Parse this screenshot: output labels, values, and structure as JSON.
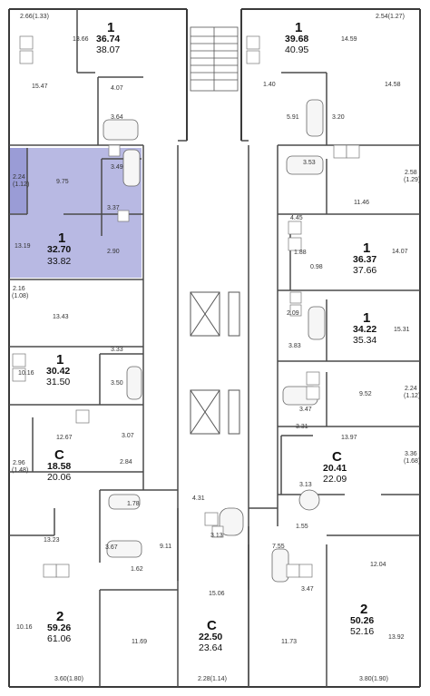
{
  "colors": {
    "wall": "#3a3a3a",
    "highlight": "#b8b9e3",
    "highlight_dark": "#9a9cd6"
  },
  "apartments": [
    {
      "id": "a1",
      "type": "1",
      "area": "36.74",
      "total": "38.07"
    },
    {
      "id": "a2",
      "type": "1",
      "area": "39.68",
      "total": "40.95"
    },
    {
      "id": "a3",
      "type": "1",
      "area": "32.70",
      "total": "33.82"
    },
    {
      "id": "a4",
      "type": "1",
      "area": "36.37",
      "total": "37.66"
    },
    {
      "id": "a5",
      "type": "1",
      "area": "34.22",
      "total": "35.34"
    },
    {
      "id": "a6",
      "type": "1",
      "area": "30.42",
      "total": "31.50"
    },
    {
      "id": "a7",
      "type": "C",
      "area": "18.58",
      "total": "20.06"
    },
    {
      "id": "a8",
      "type": "C",
      "area": "20.41",
      "total": "22.09"
    },
    {
      "id": "a9",
      "type": "2",
      "area": "59.26",
      "total": "61.06"
    },
    {
      "id": "a10",
      "type": "C",
      "area": "22.50",
      "total": "23.64"
    },
    {
      "id": "a11",
      "type": "2",
      "area": "50.26",
      "total": "52.16"
    }
  ],
  "rooms": [
    "2.66(1.33)",
    "13.66",
    "15.47",
    "4.07",
    "3.64",
    "2.54(1.27)",
    "14.59",
    "14.58",
    "1.40",
    "5.91",
    "3.20",
    "9.75",
    "3.49",
    "2.24",
    "(1.12)",
    "3.37",
    "13.19",
    "2.90",
    "3.53",
    "2.58",
    "(1.29)",
    "11.46",
    "4.45",
    "14.07",
    "1.88",
    "0.98",
    "2.16",
    "(1.08)",
    "13.43",
    "2.09",
    "15.31",
    "3.83",
    "3.33",
    "10.16",
    "3.50",
    "9.52",
    "2.24",
    "(1.12)",
    "3.47",
    "12.67",
    "3.07",
    "2.96",
    "(1.48)",
    "2.84",
    "3.31",
    "13.97",
    "3.36",
    "(1.68)",
    "3.13",
    "1.55",
    "4.31",
    "1.78",
    "13.23",
    "9.11",
    "3.67",
    "1.62",
    "3.13",
    "7.55",
    "12.04",
    "3.47",
    "15.06",
    "10.16",
    "11.69",
    "11.73",
    "13.92",
    "3.60(1.80)",
    "2.28(1.14)",
    "3.80(1.90)"
  ]
}
